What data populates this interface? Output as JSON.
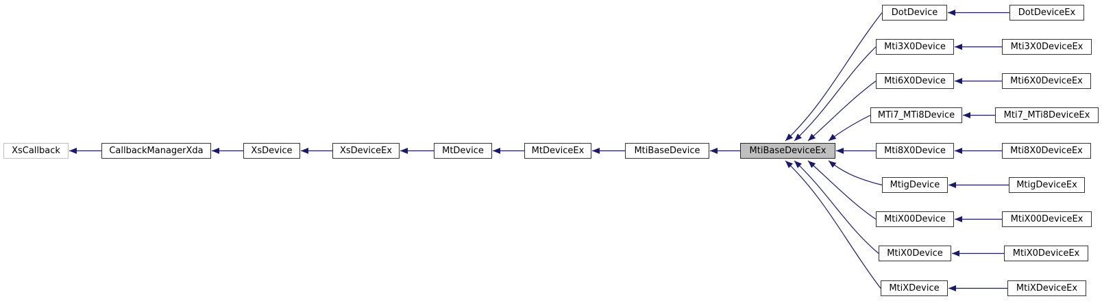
{
  "diagram": {
    "type": "class-inheritance-graph",
    "highlighted_node": "MtiBaseDeviceEx",
    "external_node": "XsCallback",
    "colors": {
      "edge": "#191970",
      "node_border": "#333333",
      "node_fill": "#ffffff",
      "highlight_fill": "#bfbfbf",
      "external_border": "#c0c0c0",
      "text": "#000000",
      "background": "#ffffff"
    },
    "nodes": {
      "chain": [
        "XsCallback",
        "CallbackManagerXda",
        "XsDevice",
        "XsDeviceEx",
        "MtDevice",
        "MtDeviceEx",
        "MtiBaseDevice",
        "MtiBaseDeviceEx"
      ],
      "pairs": [
        {
          "base": "DotDevice",
          "ex": "DotDeviceEx"
        },
        {
          "base": "Mti3X0Device",
          "ex": "Mti3X0DeviceEx"
        },
        {
          "base": "Mti6X0Device",
          "ex": "Mti6X0DeviceEx"
        },
        {
          "base": "MTi7_MTi8Device",
          "ex": "Mti7_MTi8DeviceEx"
        },
        {
          "base": "Mti8X0Device",
          "ex": "Mti8X0DeviceEx"
        },
        {
          "base": "MtigDevice",
          "ex": "MtigDeviceEx"
        },
        {
          "base": "MtiX00Device",
          "ex": "MtiX00DeviceEx"
        },
        {
          "base": "MtiX0Device",
          "ex": "MtiX0DeviceEx"
        },
        {
          "base": "MtiXDevice",
          "ex": "MtiXDeviceEx"
        }
      ]
    }
  }
}
